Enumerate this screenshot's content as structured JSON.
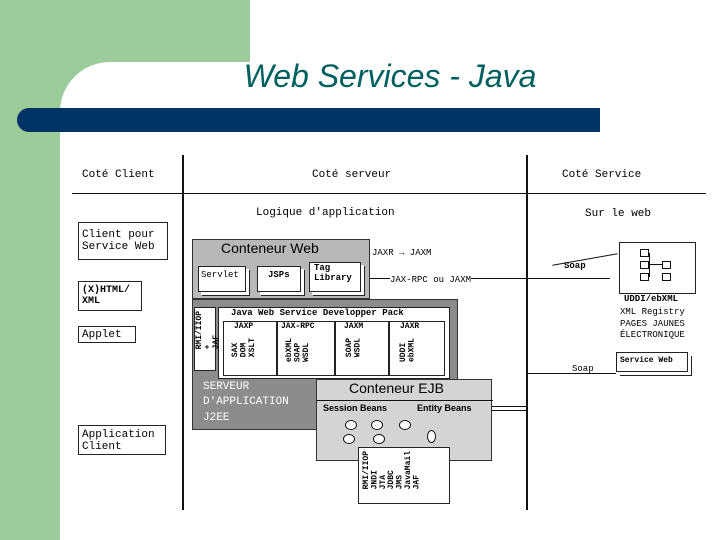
{
  "slide": {
    "title": "Web Services - Java",
    "colors": {
      "green": "#9ccc9c",
      "navy": "#003366",
      "title": "#005f5f"
    }
  },
  "diagram": {
    "col_client": "Coté Client",
    "col_server": "Coté serveur",
    "col_service": "Coté Service",
    "logique": "Logique d'application",
    "sur_le_web": "Sur le web",
    "client_service_web": "Client pour\nService Web",
    "xhtml_xml": "(X)HTML/\nXML",
    "applet": "Applet",
    "application_client": "Application\nClient",
    "conteneur_web": "Conteneur Web",
    "servlet": "Servlet",
    "jsps": "JSPs",
    "tag_library": "Tag\nLibrary",
    "jaxr_jaxm": "JAXR → JAXM",
    "jax_rpc_ou_jaxm": "JAX-RPC ou JAXM",
    "soap_top": "Soap",
    "soap_bottom": "Soap",
    "jwsdp_title": "Java Web Service Developper Pack",
    "jwsdp_cols": [
      "JAXP",
      "JAX-RPC",
      "JAXM",
      "JAXR"
    ],
    "jwsdp_v1": "SAX\nDOM\nXSLT",
    "jwsdp_v2": "ebXML\nSOAP\nWSDL",
    "jwsdp_v3": "SOAP\nWSDL",
    "jwsdp_v4": "UDDI\nebXML",
    "rmi_iiop_jaf": "RMI/IIOP\n+\nJAF",
    "serveur_app": "SERVEUR\nD'APPLICATION\nJ2EE",
    "conteneur_ejb": "Conteneur EJB",
    "session_beans": "Session Beans",
    "entity_beans": "Entity Beans",
    "ejb_services": "RMI/IIOP\nJNDI\nJTA\nJDBC\nJMS\nJavaMail\nJAF",
    "uddi_title": "UDDI/ebXML",
    "uddi_lines": "XML Registry\nPAGES JAUNES\nÉLECTRONIQUE",
    "service_web": "Service Web"
  }
}
